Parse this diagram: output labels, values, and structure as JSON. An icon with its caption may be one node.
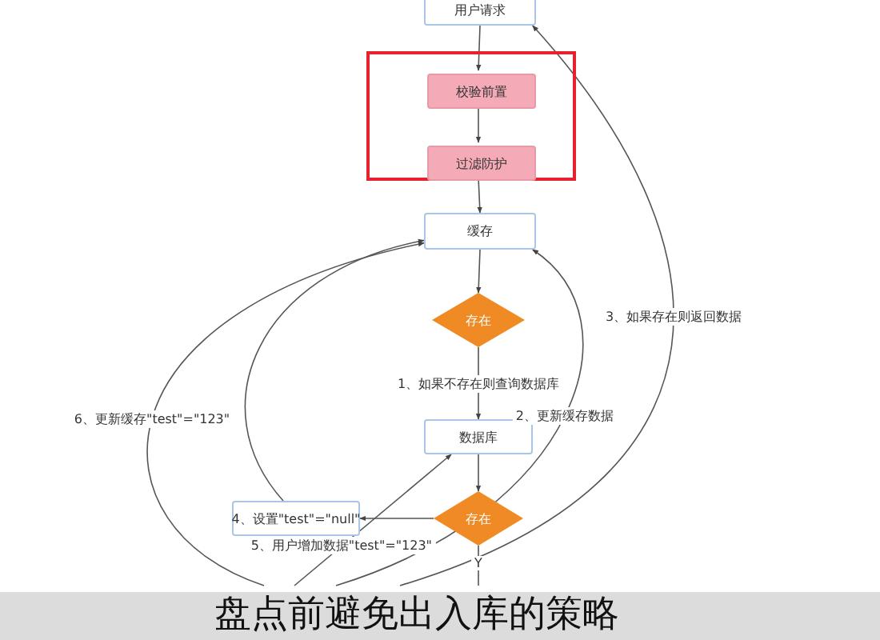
{
  "diagram": {
    "caption": "盘点前避免出入库的策略",
    "nodes": [
      {
        "text": [
          "用户请求"
        ]
      },
      {
        "text": [],
        "shape": "box"
      },
      {
        "text": [
          "校验前置"
        ],
        "in": 1
      },
      {
        "text": [
          "过滤防护"
        ],
        "in": 1
      },
      {
        "text": [
          "缓存"
        ]
      },
      {
        "text": [
          "存在"
        ]
      },
      {
        "text": [
          "数据库"
        ]
      },
      {
        "text": [
          "存在"
        ]
      },
      {
        "text": [
          "4、设置\"test\"=\"null\""
        ]
      }
    ],
    "edges": [
      {
        "from": 0,
        "to": 2,
        "arrow": "to"
      },
      {
        "from": 2,
        "to": 3,
        "arrow": "to"
      },
      {
        "from": 3,
        "to": 4,
        "arrow": "to"
      },
      {
        "from": 4,
        "to": 5,
        "arrow": "to"
      },
      {
        "from": 5,
        "to": 6,
        "arrow": "to",
        "label": "1、如果不存在则查询数据库"
      },
      {
        "from": 6,
        "to": 7,
        "arrow": "to"
      },
      {
        "from": 7,
        "to": 8,
        "arrow": "to"
      },
      {
        "from": 7,
        "to": null,
        "arrow": "none",
        "label": "Y"
      },
      {
        "from": 8,
        "to": 4,
        "arrow": "to"
      },
      {
        "from": null,
        "to": 4,
        "arrow": "to",
        "label": "6、更新缓存\"test\"=\"123\""
      },
      {
        "from": null,
        "to": 6,
        "arrow": "to",
        "label": "5、用户增加数据\"test\"=\"123\""
      },
      {
        "from": null,
        "to": 4,
        "arrow": "to",
        "label": "2、更新缓存数据"
      },
      {
        "from": null,
        "to": 0,
        "arrow": "to",
        "label": "3、如果存在则返回数据"
      }
    ]
  }
}
